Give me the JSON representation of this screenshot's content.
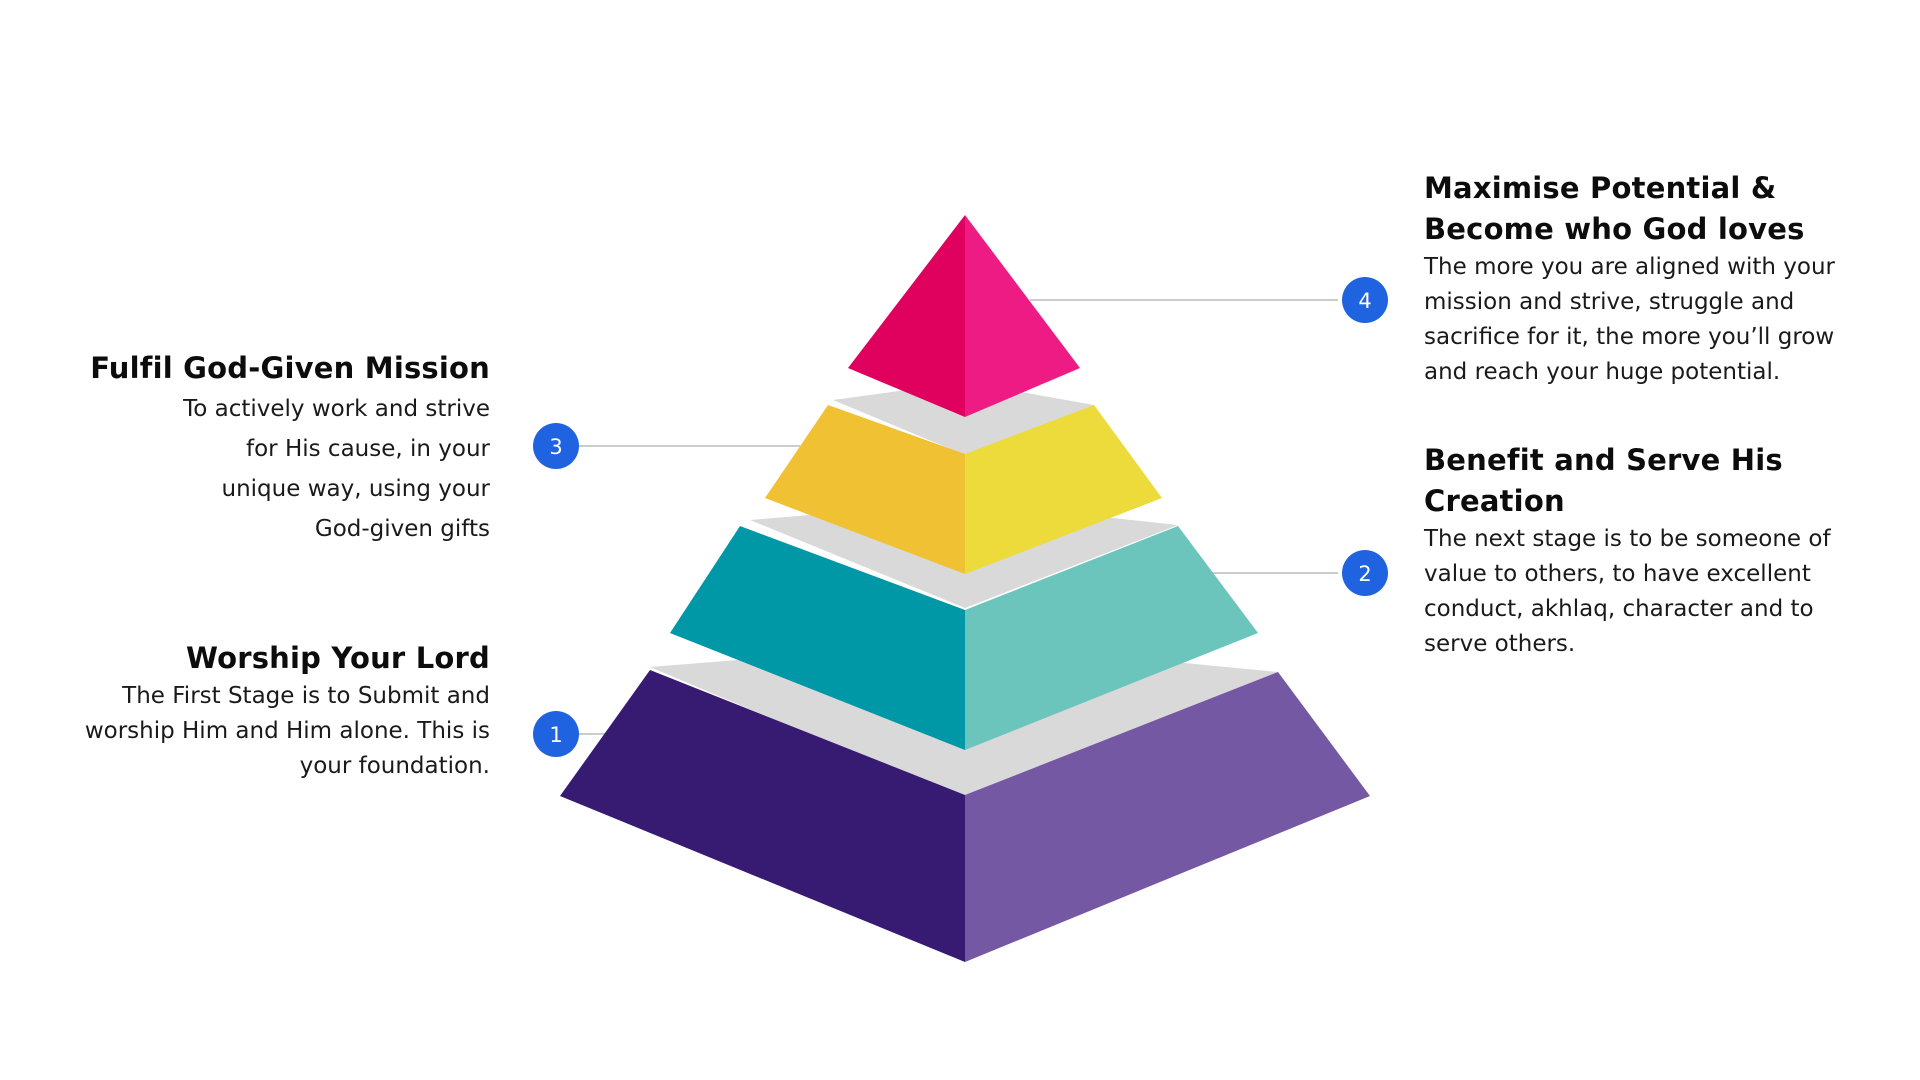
{
  "colors": {
    "marker": "#1f63e0",
    "connector": "#cccccc",
    "ledge": "#d9d9d9",
    "tier_4_left": "#e0005e",
    "tier_4_right": "#ef1b85",
    "tier_3_left": "#f0c132",
    "tier_3_right": "#ecdb3a",
    "tier_2_left": "#0097a7",
    "tier_2_right": "#6bc5bd",
    "tier_1_left": "#371a71",
    "tier_1_right": "#7458a3"
  },
  "stages": [
    {
      "number": "1",
      "title_lines": [
        "Worship Your Lord"
      ],
      "desc_lines": [
        "The First Stage is to Submit and",
        "worship Him and Him alone. This is",
        "your foundation."
      ]
    },
    {
      "number": "2",
      "title_lines": [
        "Benefit and Serve His",
        "Creation"
      ],
      "desc_lines": [
        "The next stage is to be someone of",
        "value to others, to have excellent",
        "conduct, akhlaq, character and to",
        "serve others."
      ]
    },
    {
      "number": "3",
      "title_lines": [
        "Fulfil God-Given Mission"
      ],
      "desc_lines": [
        "To actively work and strive",
        "for His cause, in your",
        "unique way, using your",
        "God-given gifts"
      ]
    },
    {
      "number": "4",
      "title_lines": [
        "Maximise Potential &",
        "Become who God loves"
      ],
      "desc_lines": [
        "The more you are aligned with your",
        "mission and strive, struggle and",
        "sacrifice for it, the more you’ll grow",
        "and reach your huge potential."
      ]
    }
  ]
}
